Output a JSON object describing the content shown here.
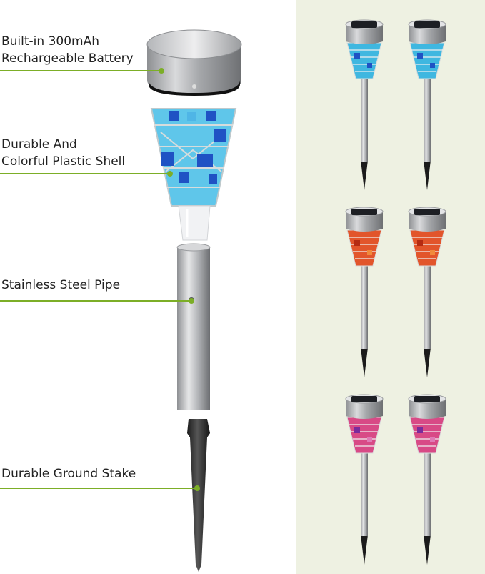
{
  "callouts": [
    {
      "id": "battery",
      "text": "Built-in 300mAh\nRechargeable Battery"
    },
    {
      "id": "shell",
      "text": "Durable And\nColorful Plastic Shell"
    },
    {
      "id": "pipe",
      "text": "Stainless Steel Pipe"
    },
    {
      "id": "stake",
      "text": "Durable Ground Stake"
    }
  ],
  "colors": {
    "accent_green": "#7cae27",
    "panel_background": "#eef1e2",
    "variant_blue": "#3fb7e0",
    "variant_orange": "#e2552b",
    "variant_pink": "#d84a86"
  },
  "variants": [
    "blue mosaic",
    "orange mosaic",
    "pink mosaic"
  ]
}
